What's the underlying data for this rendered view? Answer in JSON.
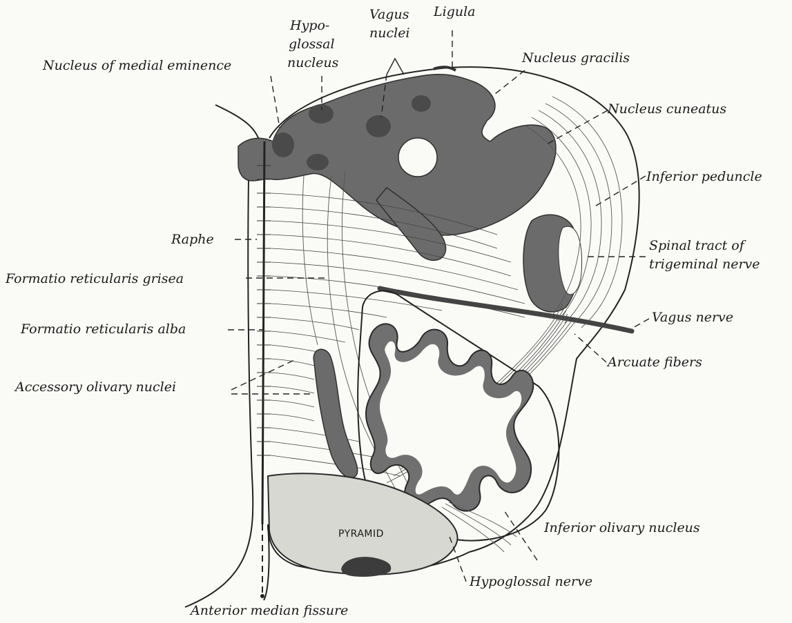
{
  "labels": {
    "medial_eminence": "Nucleus of medial eminence",
    "hypoglossal_1": "Hypo-",
    "hypoglossal_2": "glossal",
    "hypoglossal_3": "nucleus",
    "vagus_1": "Vagus",
    "vagus_2": "nuclei",
    "ligula": "Ligula",
    "gracilis": "Nucleus gracilis",
    "cuneatus": "Nucleus cuneatus",
    "inferior_peduncle": "Inferior peduncle",
    "spinal_tract_1": "Spinal tract of",
    "spinal_tract_2": "trigeminal nerve",
    "vagus_nerve": "Vagus nerve",
    "arcuate": "Arcuate fibers",
    "inferior_olivary": "Inferior olivary nucleus",
    "hypoglossal_nerve": "Hypoglossal nerve",
    "anterior_median_fissure": "Anterior median fissure",
    "raphe": "Raphe",
    "formatio_grisea": "Formatio reticularis grisea",
    "formatio_alba": "Formatio reticularis alba",
    "accessory_olivary": "Accessory olivary nuclei",
    "pyramid": "PYRAMID"
  }
}
